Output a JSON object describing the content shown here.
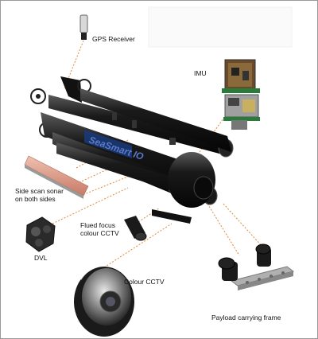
{
  "labels": {
    "gps": "GPS Receiver",
    "imu": "IMU",
    "side_scan_line1": "Side scan sonar",
    "side_scan_line2": "on both sides",
    "flued_line1": "Flued focus",
    "flued_line2": "colour CCTV",
    "dvl": "DVL",
    "colour_cctv": "Colour CCTV",
    "payload": "Payload carrying frame"
  },
  "colors": {
    "leader": "#e0893a",
    "hull": "#111111",
    "sonar": "#d88c7a"
  }
}
